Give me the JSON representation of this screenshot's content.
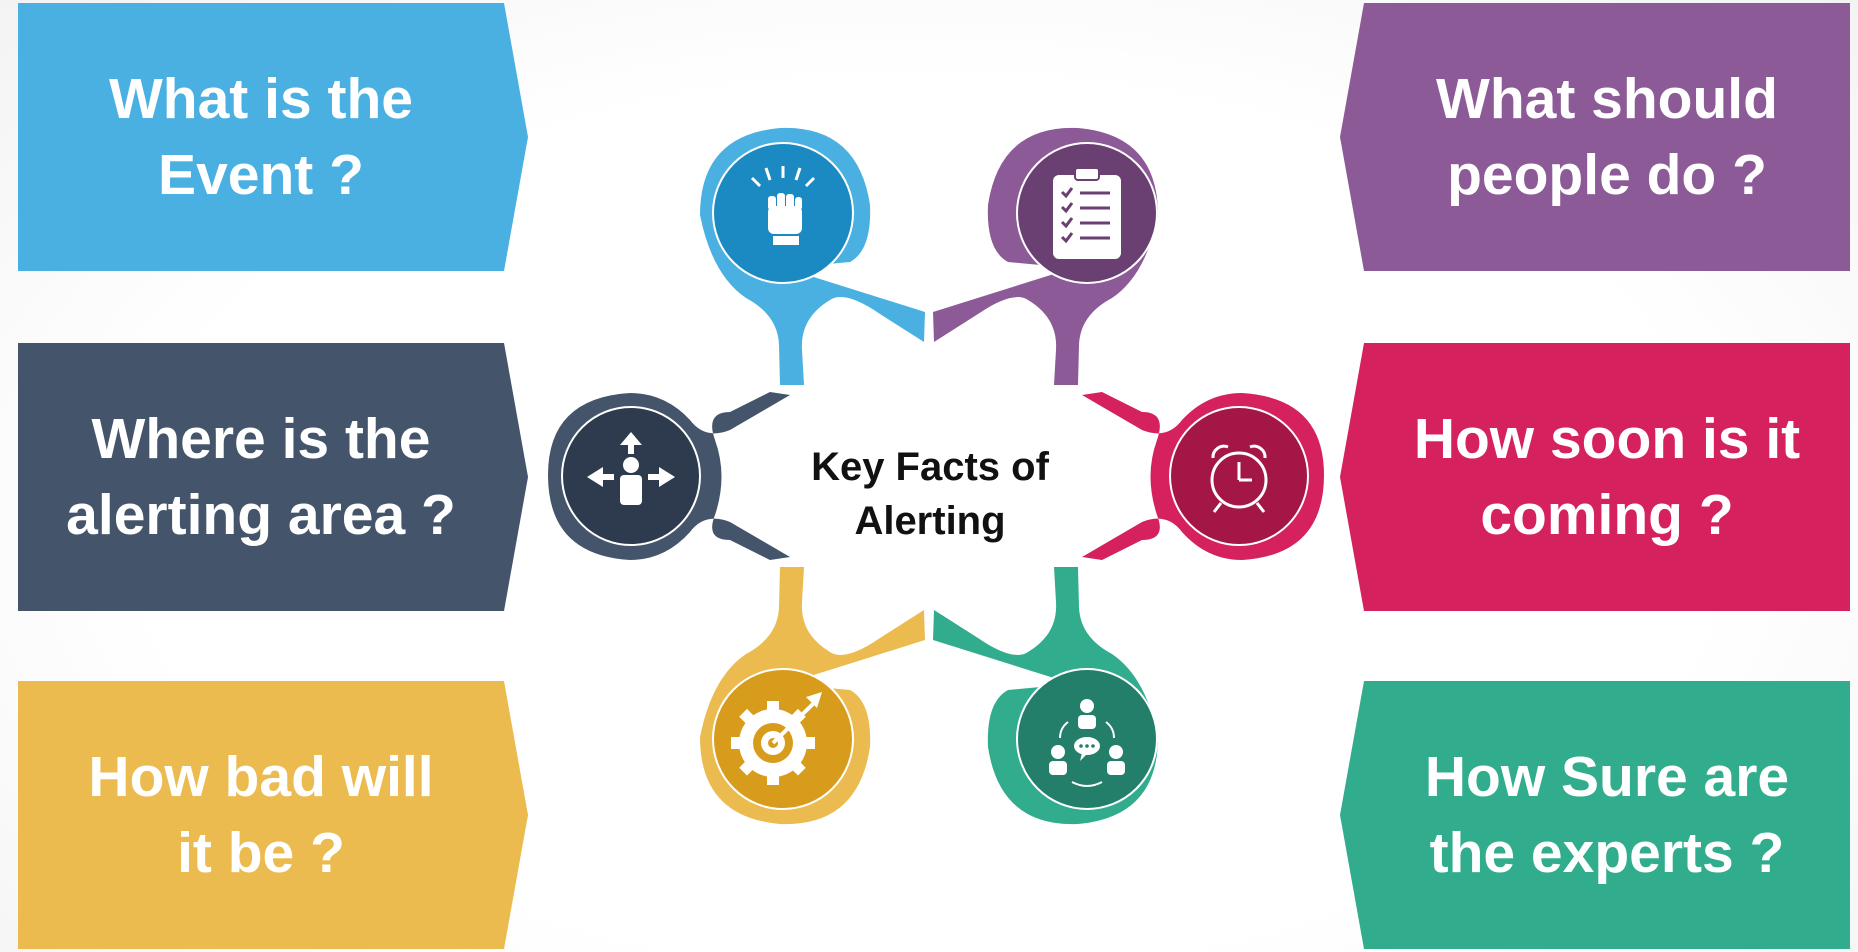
{
  "center": {
    "title_line1": "Key Facts of",
    "title_line2": "Alerting"
  },
  "questions": [
    {
      "id": "event",
      "line1": "What is the",
      "line2": "Event ?",
      "color": "#4ab0e2",
      "icon": "raised-fist-icon"
    },
    {
      "id": "area",
      "line1": "Where is the",
      "line2": "alerting area ?",
      "color": "#44546a",
      "icon": "directions-icon"
    },
    {
      "id": "severity",
      "line1": "How bad will",
      "line2": "it be ?",
      "color": "#ecbb4f",
      "icon": "gear-target-icon"
    },
    {
      "id": "action",
      "line1": "What should",
      "line2": "people do ?",
      "color": "#8c5a96",
      "icon": "checklist-clipboard-icon"
    },
    {
      "id": "timing",
      "line1": "How soon is it",
      "line2": "coming ?",
      "color": "#d5215e",
      "icon": "alarm-clock-icon"
    },
    {
      "id": "certainty",
      "line1": "How Sure are",
      "line2": "the experts ?",
      "color": "#31ad8e",
      "icon": "team-meeting-icon"
    }
  ]
}
